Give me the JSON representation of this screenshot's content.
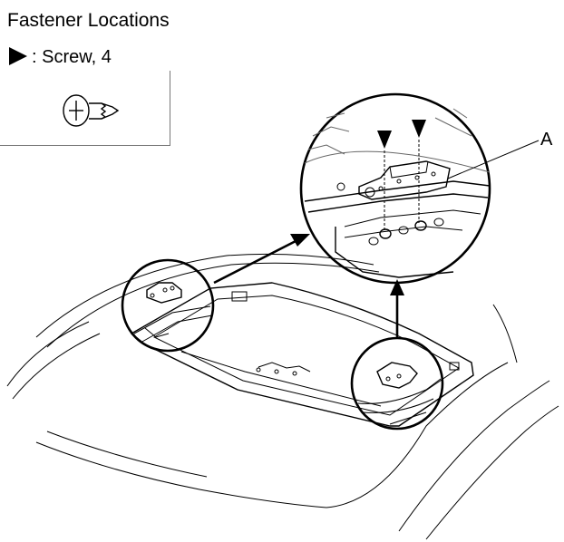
{
  "title": "Fastener Locations",
  "legend": {
    "symbol": "solid-triangle-marker",
    "text": ": Screw, 4"
  },
  "callout_a": "A"
}
